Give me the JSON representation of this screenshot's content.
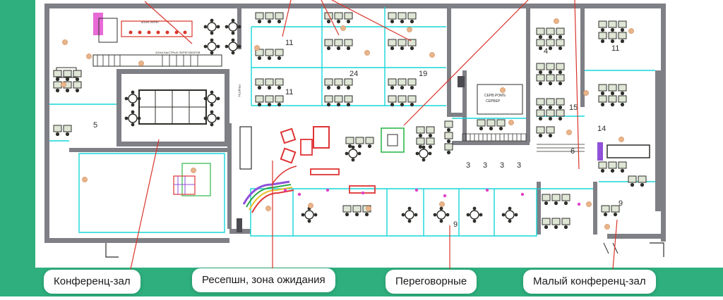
{
  "colors": {
    "background_accent": "#2EAF7D",
    "wall": "#7f7f86",
    "cyan": "#17d6d8",
    "leader": "#d9352b",
    "furniture": "#2d2f2a",
    "furniture_fill": "#dfe6d6",
    "marker": "#e8b48a",
    "red_furniture": "#e03434",
    "green_table": "#30b84a"
  },
  "callouts": [
    {
      "id": "conference-hall",
      "label": "Конференц-зал"
    },
    {
      "id": "reception",
      "label": "Ресепшн, зона ожидания"
    },
    {
      "id": "meeting-rooms",
      "label": "Переговорные"
    },
    {
      "id": "small-conference",
      "label": "Малый конференц-зал"
    }
  ],
  "plan": {
    "room_numbers": [
      "11",
      "11",
      "24",
      "19",
      "4",
      "11",
      "5",
      "15",
      "14",
      "6",
      "3",
      "3",
      "3",
      "3",
      "9",
      "9"
    ],
    "room_texts": [
      "СЕРВ.РОМЪ",
      "СЕРВЕР",
      "КОНФ.ПЕРЕГ.",
      "ЗОНА БЫСТРЫХ ПЕРЕГОВОРОВ",
      "РЕЦЕПЦ."
    ]
  }
}
